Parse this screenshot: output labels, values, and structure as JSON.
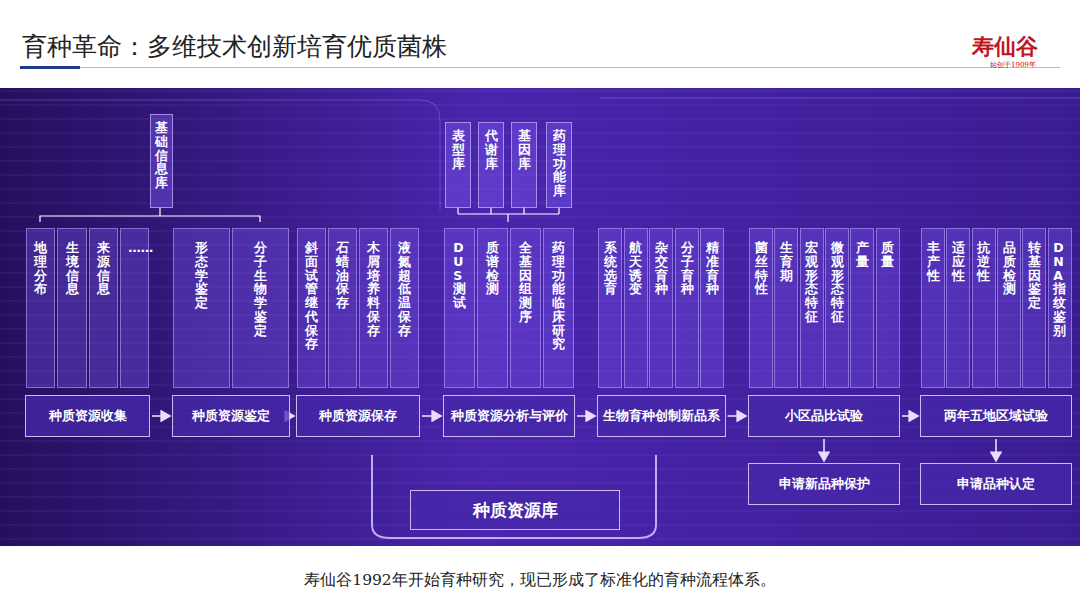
{
  "diagram": {
    "title": "育种革命：多维技术创新培育优质菌株",
    "caption": "寿仙谷1992年开始育种研究，现已形成了标准化的育种流程体系。",
    "nodes": [
      {
        "text": [
          "基础信息库"
        ]
      },
      {
        "text": [
          "表型库"
        ]
      },
      {
        "text": [
          "代谢库"
        ]
      },
      {
        "text": [
          "基因库"
        ]
      },
      {
        "text": [
          "药理功能库"
        ]
      },
      {
        "text": [
          "地理分布"
        ]
      },
      {
        "text": [
          "生境信息"
        ]
      },
      {
        "text": [
          "来源信息"
        ]
      },
      {
        "text": [
          "……"
        ]
      },
      {
        "text": [
          "形态学鉴定"
        ]
      },
      {
        "text": [
          "分子生物学鉴定"
        ]
      },
      {
        "text": [
          "斜面试管继代保存"
        ]
      },
      {
        "text": [
          "石蜡油保存"
        ]
      },
      {
        "text": [
          "木屑培养料保存"
        ]
      },
      {
        "text": [
          "液氮超低温保存"
        ]
      },
      {
        "text": [
          "DUS测试"
        ]
      },
      {
        "text": [
          "质谱检测"
        ]
      },
      {
        "text": [
          "全基因组测序"
        ]
      },
      {
        "text": [
          "药理功能临床研究"
        ]
      },
      {
        "text": [
          "系统选育"
        ]
      },
      {
        "text": [
          "航天诱变"
        ]
      },
      {
        "text": [
          "杂交育种"
        ]
      },
      {
        "text": [
          "分子育种"
        ]
      },
      {
        "text": [
          "精准育种"
        ]
      },
      {
        "text": [
          "菌丝特性"
        ]
      },
      {
        "text": [
          "生育期"
        ]
      },
      {
        "text": [
          "宏观形态特征"
        ]
      },
      {
        "text": [
          "微观形态特征"
        ]
      },
      {
        "text": [
          "产量"
        ]
      },
      {
        "text": [
          "质量"
        ]
      },
      {
        "text": [
          "丰产性"
        ]
      },
      {
        "text": [
          "适应性"
        ]
      },
      {
        "text": [
          "抗逆性"
        ]
      },
      {
        "text": [
          "品质检测"
        ]
      },
      {
        "text": [
          "转基因鉴定"
        ]
      },
      {
        "text": [
          "DNA指纹鉴别"
        ]
      },
      {
        "text": [
          "种质资源收集"
        ]
      },
      {
        "text": [
          "种质资源鉴定"
        ]
      },
      {
        "text": [
          "种质资源保存"
        ]
      },
      {
        "text": [
          "种质资源分析与评价"
        ]
      },
      {
        "text": [
          "生物育种创制新品系"
        ]
      },
      {
        "text": [
          "小区品比试验"
        ]
      },
      {
        "text": [
          "两年五地区域试验"
        ]
      },
      {
        "text": [
          "种质资源库"
        ]
      },
      {
        "text": [
          "申请新品种保护"
        ]
      },
      {
        "text": [
          "申请品种认定"
        ]
      }
    ],
    "edges": [
      {
        "from": 36,
        "to": 37,
        "arrow": "to"
      },
      {
        "from": 37,
        "to": 38,
        "arrow": "to"
      },
      {
        "from": 38,
        "to": 39,
        "arrow": "to"
      },
      {
        "from": 39,
        "to": 40,
        "arrow": "to"
      },
      {
        "from": 40,
        "to": 41,
        "arrow": "to"
      },
      {
        "from": 41,
        "to": 42,
        "arrow": "to"
      },
      {
        "from": 41,
        "to": 44,
        "arrow": "to"
      },
      {
        "from": 42,
        "to": 45,
        "arrow": "to"
      }
    ],
    "labels": [
      "寿仙谷",
      "始创于1909年"
    ]
  }
}
